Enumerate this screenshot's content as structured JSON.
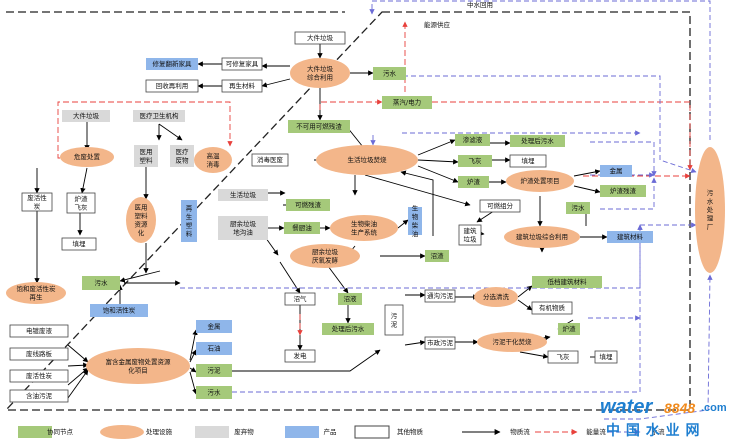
{
  "colors": {
    "green": "#a5c97a",
    "orange": "#f3b68a",
    "gray": "#d9d9d9",
    "blue": "#8fb6ea",
    "white": "#ffffff",
    "border": "#555555",
    "arrow": "#000000",
    "energy": "#e8413c",
    "water": "#6b6bd6",
    "watermark_blue": "#1f7fd0",
    "watermark_orange": "#f08a1d"
  },
  "labels": {
    "zhongshui": "中水回用",
    "nengyuan": "能源供应",
    "dajian": "大件垃圾",
    "dajian_proc": "大件垃圾综合利用",
    "wushui_top": "污水",
    "kexiufu": "可修复家具",
    "xiufu_jiaju": "修复翻新家具",
    "zaishengcai": "再生材料",
    "huishou": "回收再利用",
    "zhengqi": "蒸汽/电力",
    "bukeran": "不可用可燃残渣",
    "daijian2": "大件垃圾",
    "yiliao": "医疗卫生机构",
    "weifei": "危废处置",
    "yiyong_suliao": "医用塑料",
    "yiliao_feiwu": "医疗废物",
    "gaowen": "高温消毒",
    "xiaodu": "消毒医废",
    "shenghuo_fenshao": "生活垃圾焚烧",
    "lvzhaye": "渗滤液",
    "chuli_wushui1": "处理后污水",
    "feihui": "飞灰",
    "tianmai1": "填埋",
    "luzha": "炉渣",
    "luzha_proc": "炉渣处置项目",
    "jinshu1": "金属",
    "zhuanwu": "炉渣残渣",
    "feihuo_xing": "废活性炭",
    "luzha_feihui": "炉渣飞灰",
    "tianmai2": "填埋",
    "yiyong_suliao_ziyuan": "医用塑料资源化",
    "zaisheng_suliao": "再生塑料",
    "shenghuo_laji": "生活垃圾",
    "kerangcanzha": "可燃残渣",
    "chuyu": "厨余垃圾 地沟油",
    "chuyu_l1": "厨余垃圾",
    "chuyu_l2": "地沟油",
    "neichai": "餐厨油",
    "shengwu_sys": "生物柴油生产系统",
    "shengwu_chaiyou": "生物柴油",
    "chuyu_yangfa": "厨余垃圾厌氧发酵",
    "zhaozha": "沼渣",
    "keran_zufen": "可燃组分",
    "jianzhu_laji": "建筑垃圾",
    "jianzhu_proc": "建筑垃圾综合利用",
    "wushui_mid": "污水",
    "jianzhu_cailiao": "建筑材料",
    "wushuichuli": "污水处理厂",
    "baohe": "饱和废活性炭再生",
    "wushui_left": "污水",
    "baohe_product": "饱和活性炭",
    "zhaoqi": "沼气",
    "zhaoye": "沼液",
    "fadian": "发电",
    "chuli_wushui2": "处理后污水",
    "wuni": "污泥",
    "tongwang": "通沟污泥",
    "fenxuan": "分选清洗",
    "didang": "低档建筑材料",
    "youji": "有机物质",
    "shizheng": "市政污泥",
    "wuni_ganhua": "污泥干化焚烧",
    "luzha2": "炉渣",
    "feihui2": "飞灰",
    "tianmai3": "填埋",
    "dianzi": "电镀废液",
    "feixianluban": "废线路板",
    "feihuoxing2": "废活性炭",
    "hanyou": "含油污泥",
    "fujinshu": "富含金属废物处置资源化项目",
    "jinshu2": "金属",
    "shiyou": "石油",
    "wuni2": "污泥",
    "wushui_bottom": "污水",
    "water_label": "水流",
    "watermark_water": "water",
    "watermark_num": "8848",
    "watermark_com": ".com",
    "watermark_cn": "中 国 水 业 网"
  },
  "legend": {
    "green": "协同节点",
    "orange": "处理设施",
    "gray": "废弃物",
    "blue": "产品",
    "white": "其他物质",
    "material": "物质流",
    "energy": "能量流",
    "water": "水流"
  }
}
